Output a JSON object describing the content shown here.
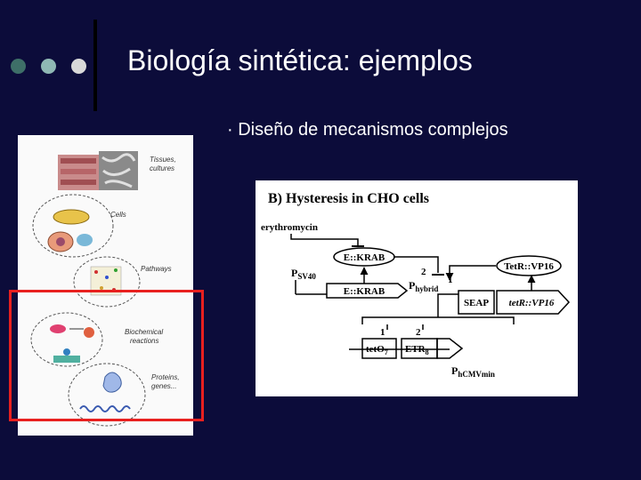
{
  "colors": {
    "background": "#0c0c3a",
    "dot1": "#3e6f68",
    "dot2": "#8fb8b4",
    "dot3": "#d9d9d9",
    "highlight": "#e8201f"
  },
  "slide": {
    "title": "Biología sintética: ejemplos",
    "bullet": "· Diseño de mecanismos complejos"
  },
  "left_figure": {
    "labels": {
      "tissues": "Tissues,",
      "cultures": "cultures",
      "cells": "Cells",
      "pathways": "Pathways",
      "biochemical": "Biochemical",
      "reactions": "reactions",
      "proteins": "Proteins,",
      "genes": "genes..."
    }
  },
  "right_figure": {
    "title": "B) Hysteresis in CHO cells",
    "erythromycin": "erythromycin",
    "ekrab_top": "E::KRAB",
    "tetr_vp16_top": "TetR::VP16",
    "p_label": "P",
    "sv40_sub": "SV40",
    "ekrab_gene": "E::KRAB",
    "hybrid_sub": "hybrid",
    "num_2": "2",
    "num_1": "1",
    "seap": "SEAP",
    "tetr_vp16_gene": "tetR::VP16",
    "box_num_1": "1",
    "box_num_2": "2",
    "teto": "tetO",
    "teto_sub": "7",
    "etr": "ETR",
    "etr_sub": "8",
    "hcmvmin_sub": "hCMVmin"
  }
}
